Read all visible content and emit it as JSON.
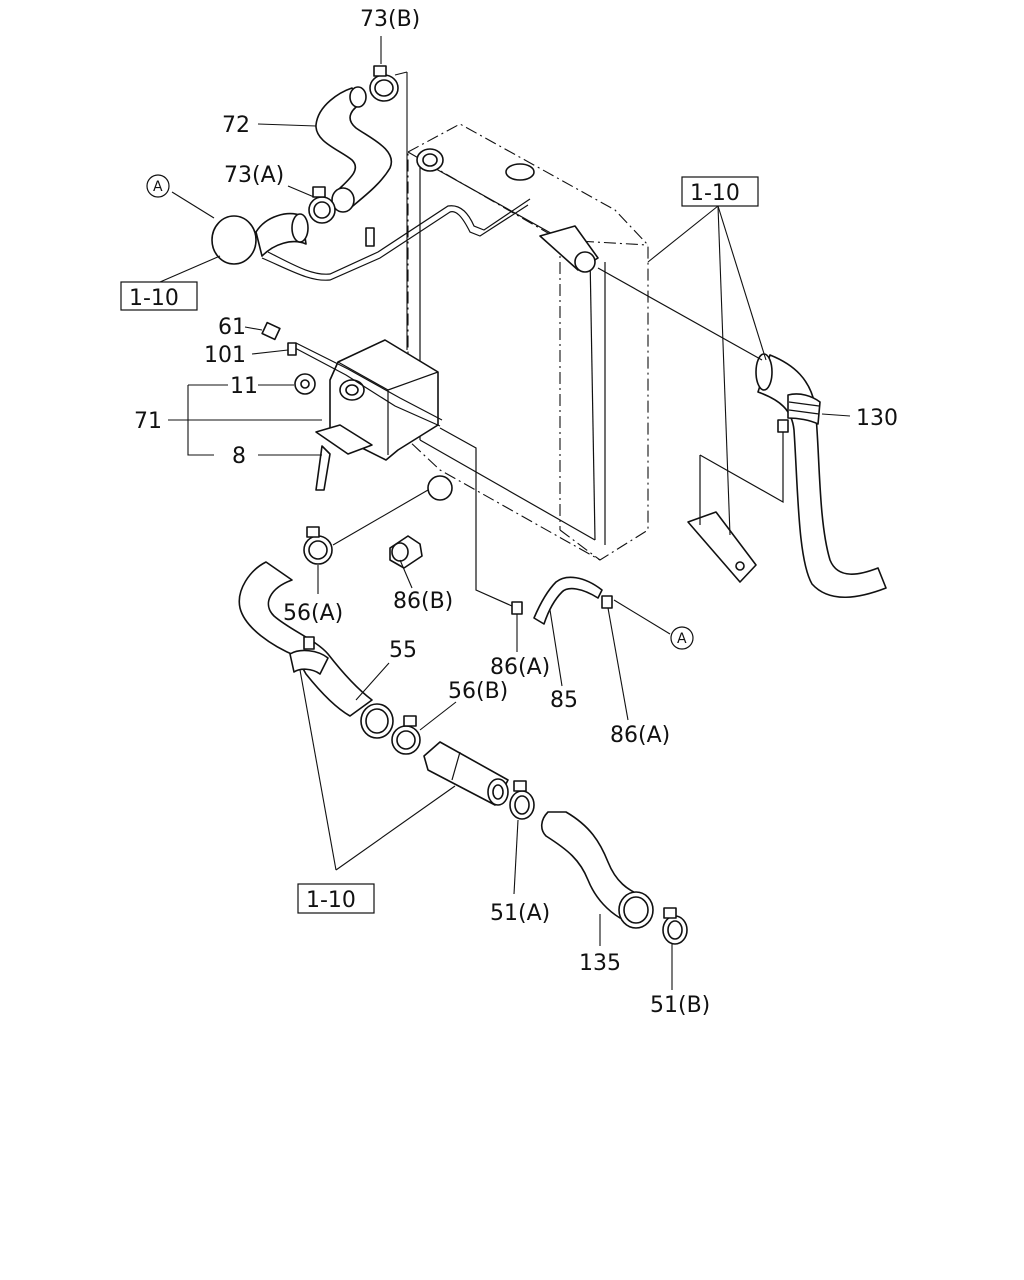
{
  "callouts": {
    "c73b": "73(B)",
    "c72": "72",
    "c73a": "73(A)",
    "c61": "61",
    "c101": "101",
    "c11": "11",
    "c71": "71",
    "c8": "8",
    "c56a": "56(A)",
    "c86b": "86(B)",
    "c55": "55",
    "c56b": "56(B)",
    "c86a_1": "86(A)",
    "c85": "85",
    "c86a_2": "86(A)",
    "c130": "130",
    "c51a": "51(A)",
    "c135": "135",
    "c51b": "51(B)"
  },
  "refs": {
    "ref_left": "1-10",
    "ref_right": "1-10",
    "ref_bottom": "1-10"
  },
  "markers": {
    "a_left": "A",
    "a_right": "A"
  }
}
